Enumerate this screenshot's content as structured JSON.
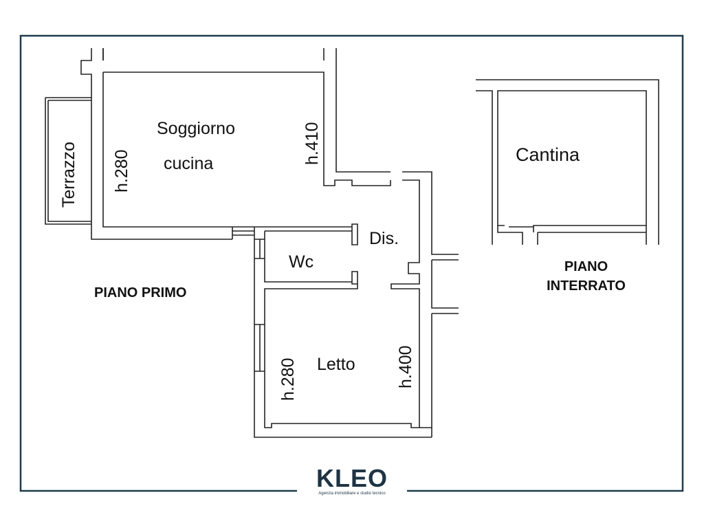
{
  "rooms": {
    "soggiorno_line1": "Soggiorno",
    "soggiorno_line2": "cucina",
    "terrazzo": "Terrazzo",
    "dis": "Dis.",
    "wc": "Wc",
    "letto": "Letto",
    "cantina": "Cantina"
  },
  "heights": {
    "soggiorno_left": "h.280",
    "soggiorno_right": "h.410",
    "letto_left": "h.280",
    "letto_right": "h.400"
  },
  "floors": {
    "primo": "PIANO PRIMO",
    "interrato_line1": "PIANO",
    "interrato_line2": "INTERRATO"
  },
  "logo": {
    "name": "KLEO",
    "tagline": "Agenzia immobiliare e studio tecnico",
    "color": "#1e3444",
    "accent": "#c0282d"
  },
  "frame_color": "#1e3a4c"
}
